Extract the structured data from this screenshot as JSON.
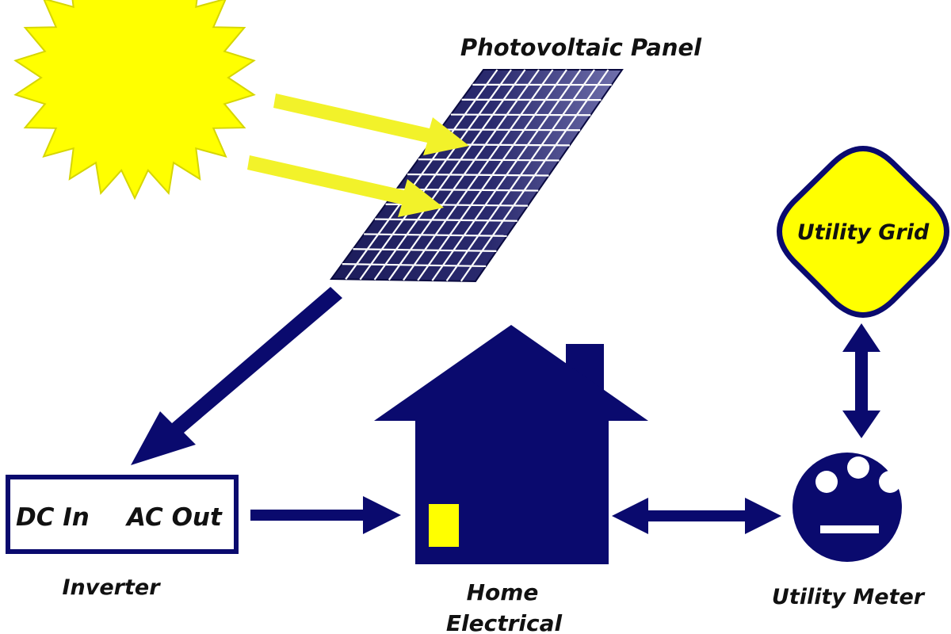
{
  "labels": {
    "panel": "Photovoltaic Panel",
    "grid": "Utility Grid",
    "dc_in": "DC In",
    "ac_out": "AC Out",
    "inverter": "Inverter",
    "home_line1": "Home",
    "home_line2": "Electrical",
    "meter": "Utility Meter"
  },
  "colors": {
    "navy": "#0a0a6e",
    "panel_dark": "#1c1c5a",
    "panel_light": "#6a6aa8",
    "yellow": "#ffff00",
    "sun_outline": "#d4d400",
    "arrow_yellow": "#f2f22a",
    "grid_lines": "#ffffff"
  },
  "icons": [
    "sun-icon",
    "solar-panel-icon",
    "house-icon",
    "meter-icon"
  ]
}
